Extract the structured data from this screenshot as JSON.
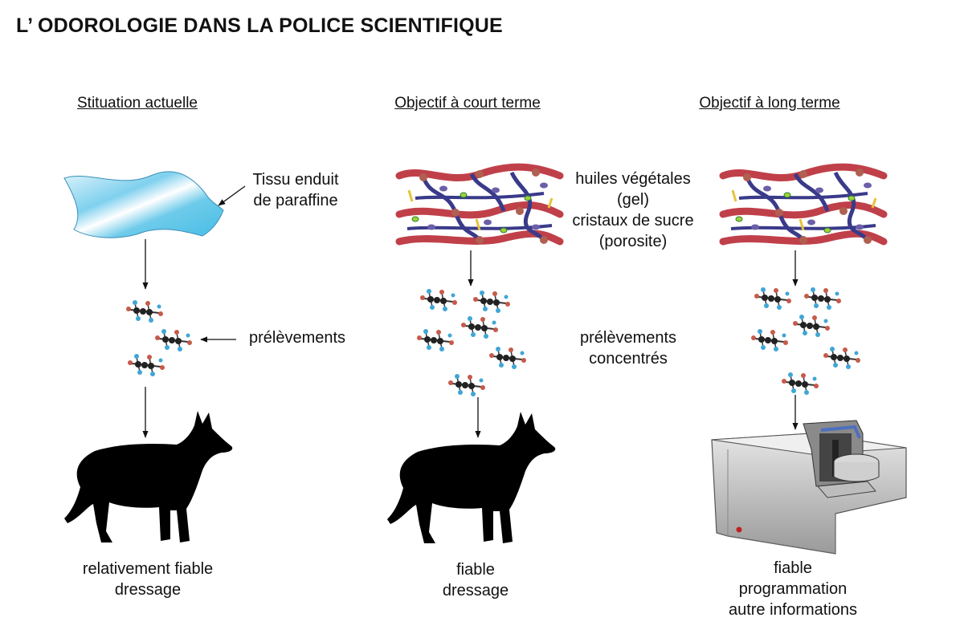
{
  "title": "L’ ODOROLOGIE DANS LA POLICE SCIENTIFIQUE",
  "columns": [
    {
      "heading": "Stituation actuelle",
      "result_lines": [
        "relativement  fiable",
        "dressage"
      ]
    },
    {
      "heading": "Objectif à court terme",
      "result_lines": [
        "fiable",
        "dressage"
      ]
    },
    {
      "heading": "Objectif à long terme",
      "result_lines": [
        "fiable",
        "programmation",
        "autre informations"
      ]
    }
  ],
  "labels": {
    "tissue": [
      "Tissu enduit",
      "de paraffine"
    ],
    "gel": [
      "huiles végétales",
      "(gel)",
      "cristaux de sucre",
      "(porosite)"
    ],
    "samples": "prélèvements",
    "samples_concentrated": [
      "prélèvements",
      "concentrés"
    ]
  },
  "colors": {
    "tissue_fill": "#7fd0ee",
    "polymer_red": "#c0404a",
    "polymer_blue": "#3a3a8a",
    "dog": "#000000",
    "machine": "#b8b8b8"
  }
}
